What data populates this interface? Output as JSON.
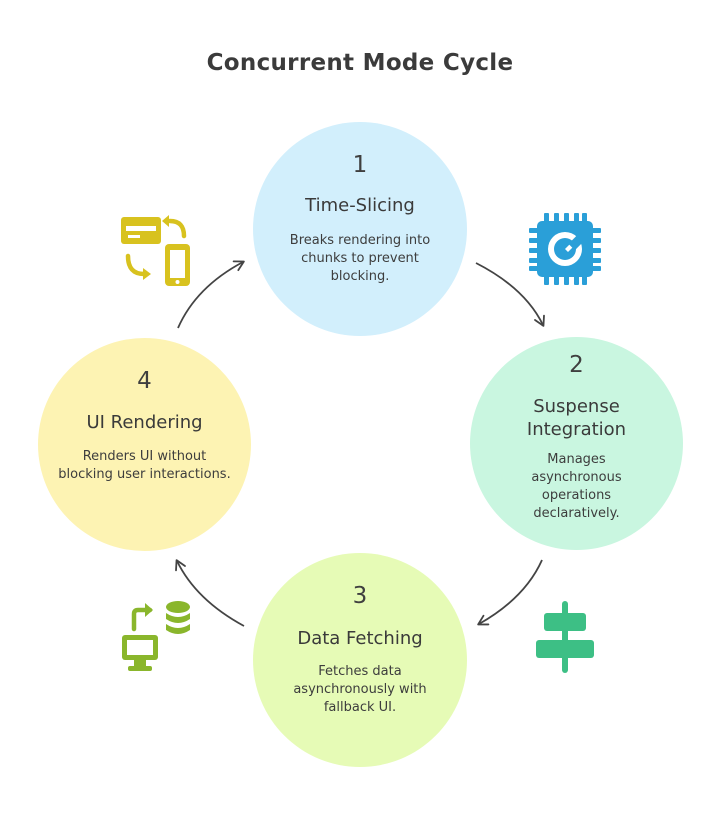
{
  "title": "Concurrent Mode Cycle",
  "steps": [
    {
      "number": "1",
      "name": "Time-Slicing",
      "description": "Breaks rendering into chunks to prevent blocking.",
      "color": "#d2effc",
      "icon": "cpu-icon",
      "icon_color": "#2a9fd8"
    },
    {
      "number": "2",
      "name": "Suspense Integration",
      "description": "Manages asynchronous operations declaratively.",
      "color": "#c9f6e0",
      "icon": "align-center-icon",
      "icon_color": "#3dbf85"
    },
    {
      "number": "3",
      "name": "Data Fetching",
      "description": "Fetches data asynchronously with fallback UI.",
      "color": "#e6fbb6",
      "icon": "database-sync-icon",
      "icon_color": "#8ab62c"
    },
    {
      "number": "4",
      "name": "UI Rendering",
      "description": "Renders UI without blocking user interactions.",
      "color": "#fdf3b3",
      "icon": "device-sync-icon",
      "icon_color": "#d8c21f"
    }
  ],
  "arrow_color": "#444444"
}
